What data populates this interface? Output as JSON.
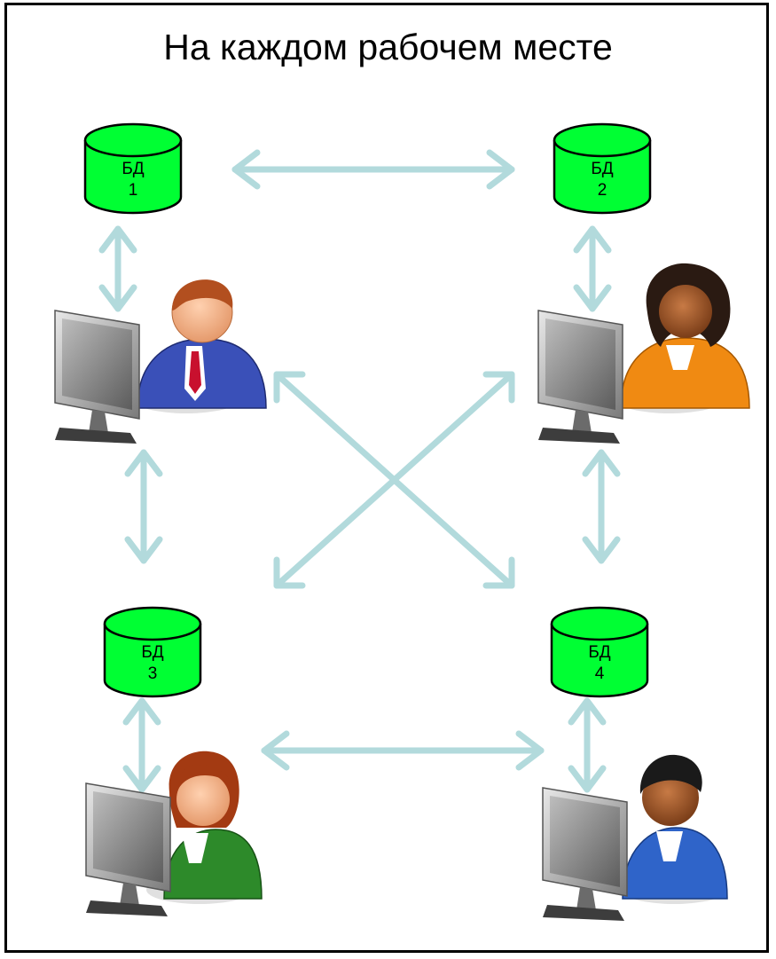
{
  "title": "На каждом рабочем месте",
  "databases": [
    {
      "line1": "БД",
      "line2": "1"
    },
    {
      "line1": "БД",
      "line2": "2"
    },
    {
      "line1": "БД",
      "line2": "3"
    },
    {
      "line1": "БД",
      "line2": "4"
    }
  ],
  "colors": {
    "database_fill": "#00ff33",
    "arrow": "#b2dadc",
    "border": "#000000"
  },
  "icons": [
    "workstation-user-icon-male-red-tie",
    "workstation-user-icon-female-orange",
    "workstation-user-icon-female-green",
    "workstation-user-icon-male-blue"
  ]
}
